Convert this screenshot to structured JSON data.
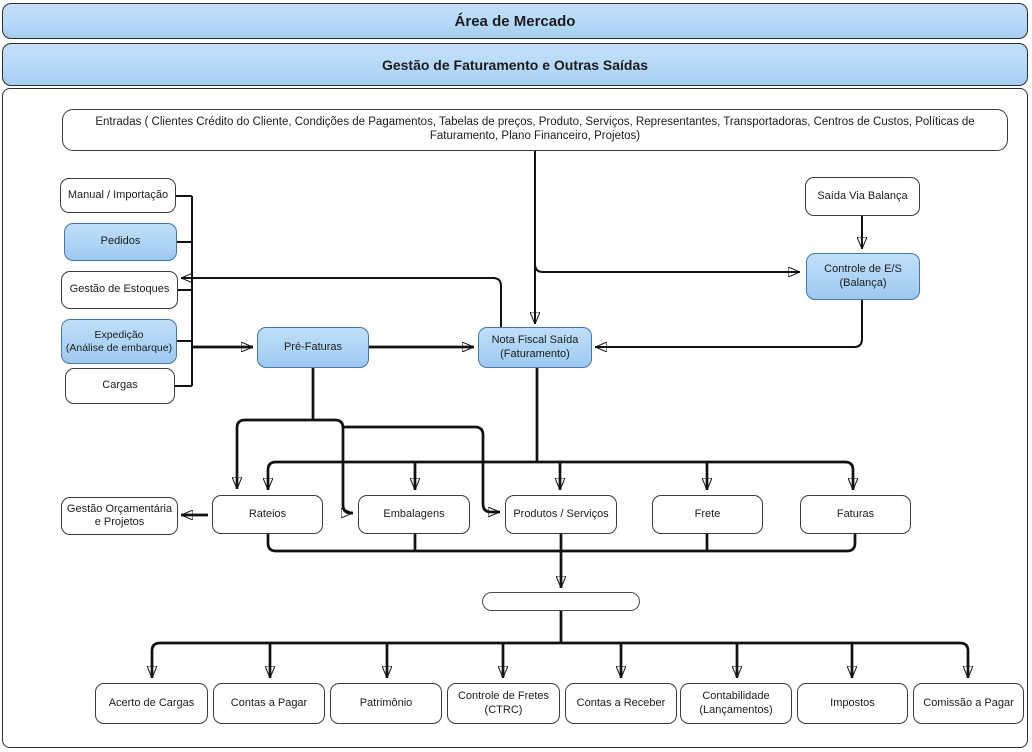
{
  "banners": {
    "area_title": "Área de Mercado",
    "subtitle": "Gestão de Faturamento e Outras Saídas"
  },
  "nodes": {
    "entradas": "Entradas ( Clientes Crédito do Cliente, Condições de Pagamentos, Tabelas de preços, Produto, Serviços, Representantes, Transportadoras, Centros de Custos, Políticas de Faturamento, Plano Financeiro, Projetos)",
    "manual_importacao": "Manual / Importação",
    "pedidos": "Pedidos",
    "gestao_estoques": "Gestão de Estoques",
    "expedicao": "Expedição\n(Análise de embarque)",
    "cargas": "Cargas",
    "saida_via_balanca": "Saída Via Balança",
    "controle_es": "Controle de E/S\n(Balança)",
    "pre_faturas": "Pré-Faturas",
    "nota_fiscal_saida": "Nota Fiscal Saída\n(Faturamento)",
    "gestao_orcamentaria": "Gestão Orçamentária\ne Projetos",
    "rateios": "Rateios",
    "embalagens": "Embalagens",
    "produtos_servicos": "Produtos / Serviços",
    "frete": "Frete",
    "faturas": "Faturas",
    "connector_pill": "",
    "acerto_cargas": "Acerto de Cargas",
    "contas_pagar": "Contas a Pagar",
    "patrimonio": "Patrimônio",
    "controle_fretes": "Controle de Fretes\n(CTRC)",
    "contas_receber": "Contas a Receber",
    "contabilidade": "Contabilidade\n(Lançamentos)",
    "impostos": "Impostos",
    "comissao_pagar": "Comissão a Pagar"
  },
  "colors": {
    "node_blue_fill": "#abd3f5",
    "node_blue_border": "#4677a8",
    "banner_fill": "#b6d9f8",
    "node_white_border": "#3c3c3c",
    "line": "#111111"
  }
}
